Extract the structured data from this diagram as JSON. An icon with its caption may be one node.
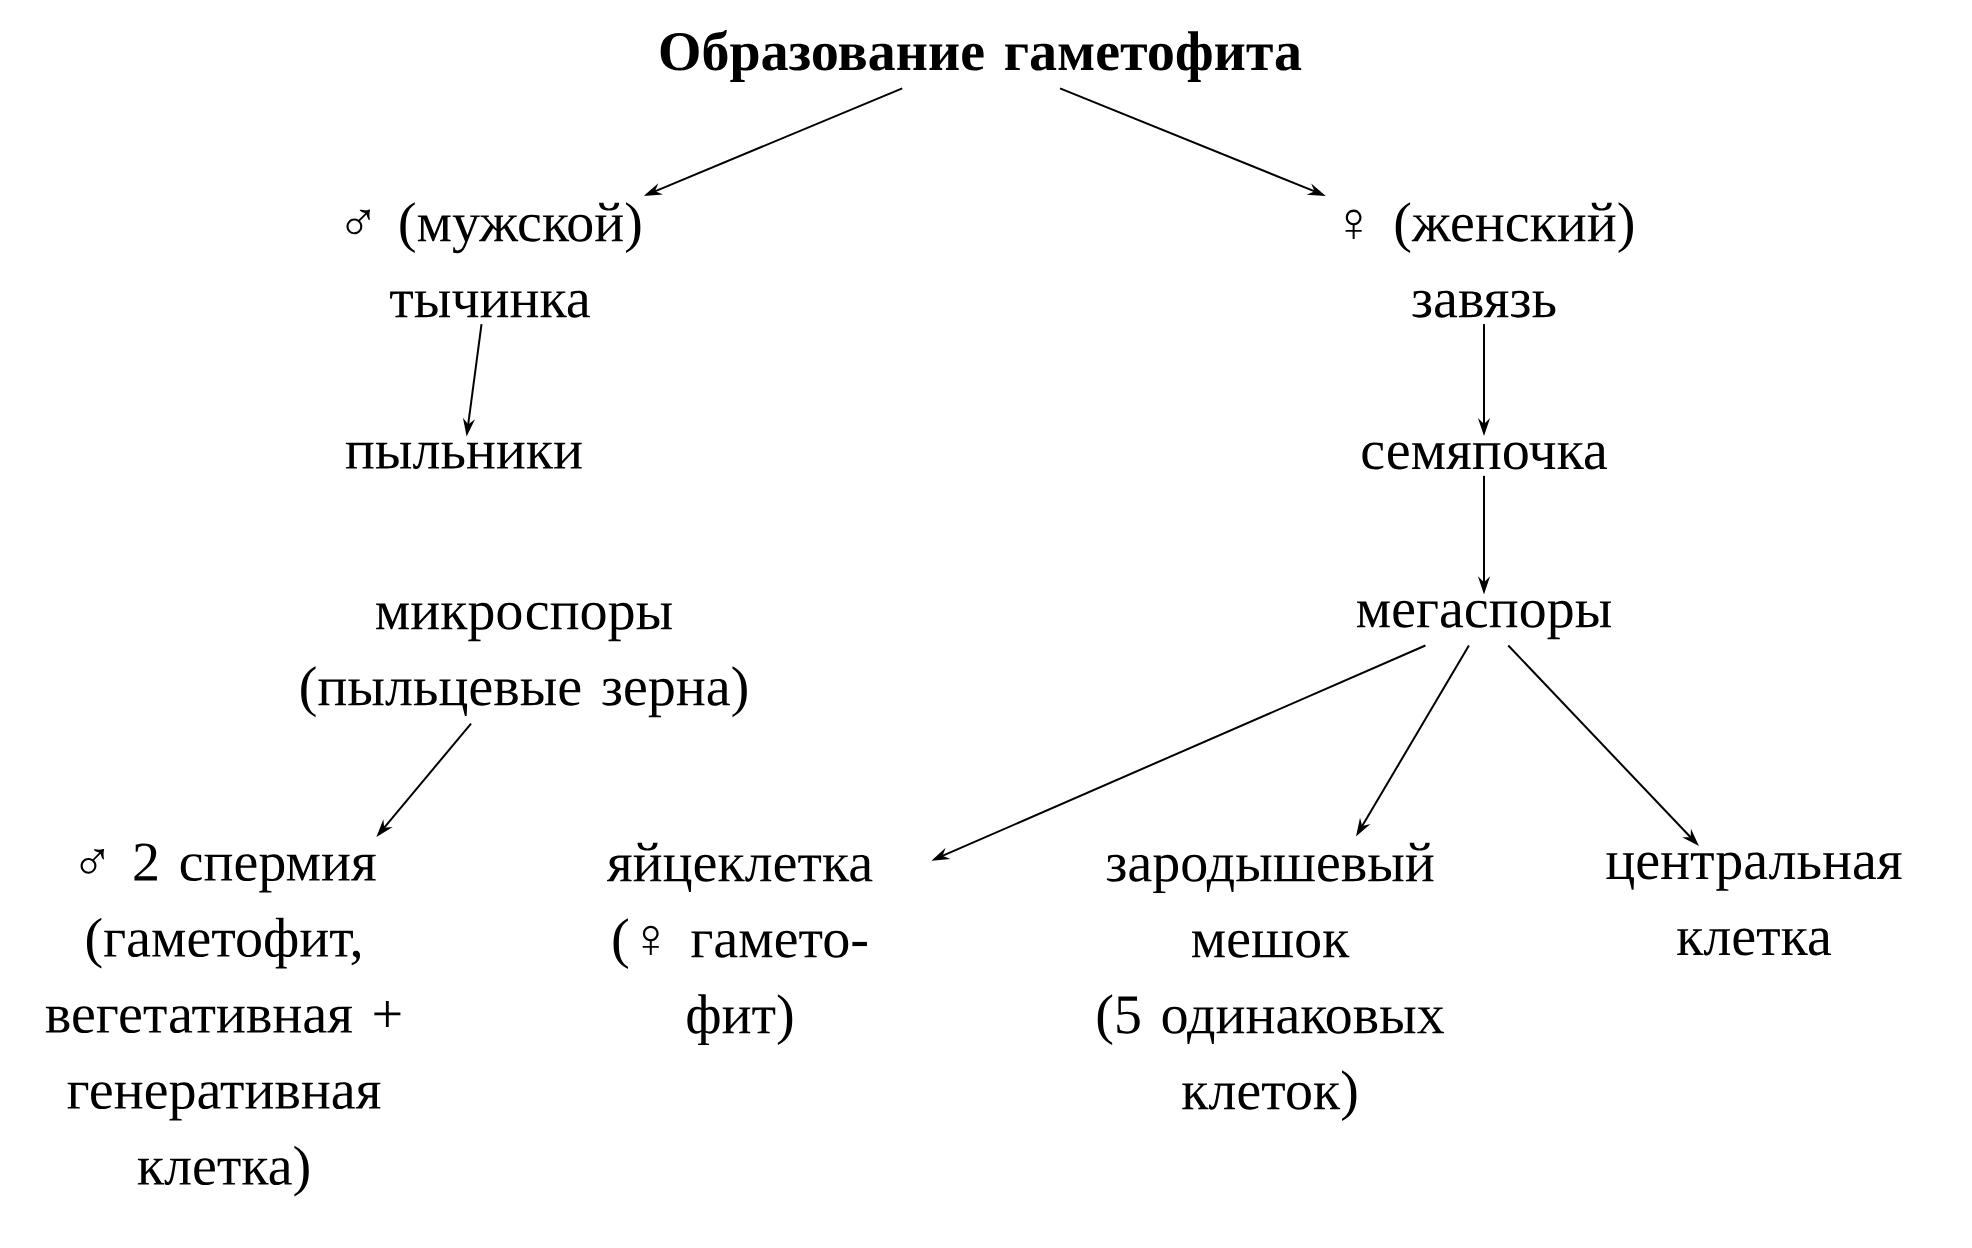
{
  "diagram": {
    "nodes": [
      {
        "text": [
          "Образование гаметофита"
        ]
      },
      {
        "text": [
          "♂ (мужской)",
          "тычинка"
        ]
      },
      {
        "text": [
          "♀ (женский)",
          "завязь"
        ]
      },
      {
        "text": [
          "пыльники"
        ]
      },
      {
        "text": [
          "семяпочка"
        ]
      },
      {
        "text": [
          "микроспоры",
          "(пыльцевые зерна)"
        ]
      },
      {
        "text": [
          "мегаспоры"
        ]
      },
      {
        "text": [
          "♂ 2 спермия",
          "(гаметофит, вегетативная + генеративная клетка)"
        ]
      },
      {
        "text": [
          "яйцеклетка",
          "(♀ гамето- фит)"
        ]
      },
      {
        "text": [
          "зародышевый мешок",
          "(5 одинаковых клеток)"
        ]
      },
      {
        "text": [
          "центральная клетка"
        ]
      }
    ],
    "edges": [
      {
        "from": 0,
        "to": 1,
        "arrow": "to"
      },
      {
        "from": 0,
        "to": 2,
        "arrow": "to"
      },
      {
        "from": 1,
        "to": 3,
        "arrow": "to"
      },
      {
        "from": 2,
        "to": 4,
        "arrow": "to"
      },
      {
        "from": 4,
        "to": 6,
        "arrow": "to"
      },
      {
        "from": 5,
        "to": 7,
        "arrow": "to"
      },
      {
        "from": 6,
        "to": 8,
        "arrow": "to"
      },
      {
        "from": 6,
        "to": 9,
        "arrow": "to"
      },
      {
        "from": 6,
        "to": 10,
        "arrow": "to"
      }
    ]
  }
}
